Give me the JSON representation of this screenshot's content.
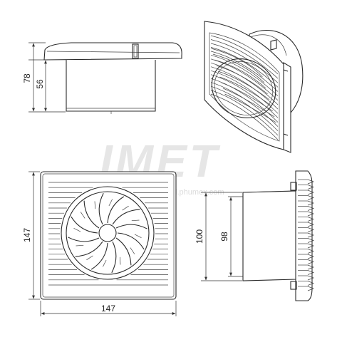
{
  "watermark": {
    "brand": "IMET",
    "url": "ceil.phumex.com"
  },
  "dimensions": {
    "side_total_height": "78",
    "side_body_height": "56",
    "front_height": "147",
    "front_width": "147",
    "duct_outer": "100",
    "duct_inner": "98"
  }
}
